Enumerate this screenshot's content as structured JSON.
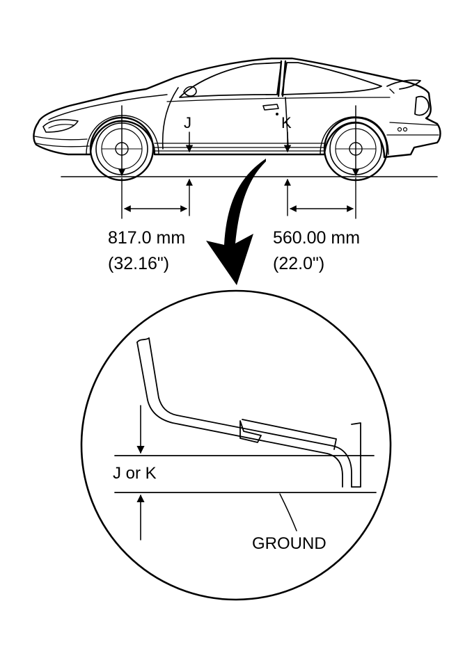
{
  "labels": {
    "point_j": "J",
    "point_k": "K",
    "front_dim_mm": "817.0 mm",
    "front_dim_in": "(32.16ʺ)",
    "rear_dim_mm": "560.00 mm",
    "rear_dim_in": "(22.0ʺ)",
    "detail_label": "J or K",
    "ground_label": "GROUND"
  },
  "colors": {
    "ink": "#000000",
    "paper": "#ffffff"
  }
}
